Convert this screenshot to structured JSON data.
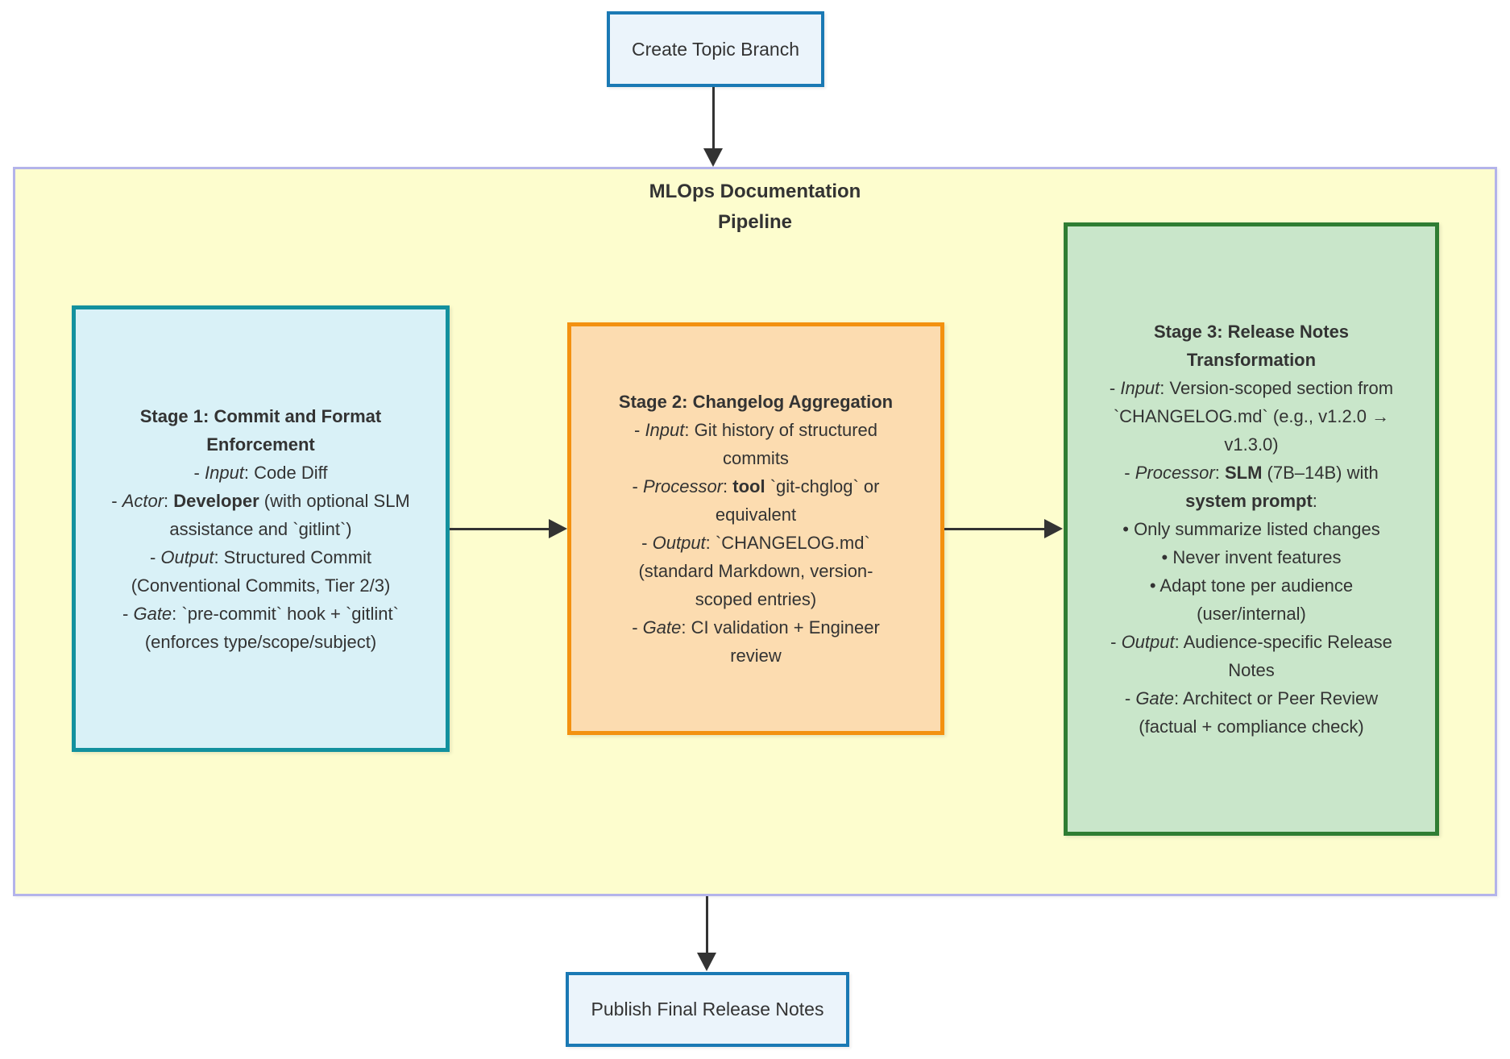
{
  "diagram": {
    "colors": {
      "background": "#ffffff",
      "text": "#333333",
      "arrow": "#333333",
      "terminal_fill": "#ebf4fb",
      "terminal_stroke": "#1a79b4",
      "pipeline_fill": "#fdfdce",
      "pipeline_stroke": "#b3b3ea",
      "stage1_fill": "#d9f1f7",
      "stage1_stroke": "#13919e",
      "stage2_fill": "#fcdcb0",
      "stage2_stroke": "#f39110",
      "stage3_fill": "#c9e6ca",
      "stage3_stroke": "#2f7d33"
    },
    "nodes": {
      "start": {
        "label": "Create Topic Branch",
        "fill": "#ebf4fb",
        "stroke": "#1a79b4"
      },
      "end": {
        "label": "Publish Final Release Notes",
        "fill": "#ebf4fb",
        "stroke": "#1a79b4"
      }
    },
    "pipeline": {
      "fill": "#fdfdce",
      "stroke": "#b3b3ea",
      "title_rows": [
        [
          {
            "t": "MLOps Documentation",
            "b": true
          }
        ],
        [
          {
            "t": "Pipeline",
            "b": true
          }
        ]
      ],
      "stages": [
        {
          "key": "stage-1",
          "fill": "#d9f1f7",
          "stroke": "#13919e",
          "rows": [
            [
              {
                "t": "Stage 1: Commit and Format Enforcement",
                "b": true
              }
            ],
            [
              {
                "t": "- "
              },
              {
                "t": "Input",
                "i": true
              },
              {
                "t": ": Code Diff"
              }
            ],
            [
              {
                "t": "- "
              },
              {
                "t": "Actor",
                "i": true
              },
              {
                "t": ": "
              },
              {
                "t": "Developer",
                "b": true
              },
              {
                "t": " (with optional SLM assistance and `gitlint`)"
              }
            ],
            [
              {
                "t": "- "
              },
              {
                "t": "Output",
                "i": true
              },
              {
                "t": ": Structured Commit (Conventional Commits, Tier 2/3)"
              }
            ],
            [
              {
                "t": "- "
              },
              {
                "t": "Gate",
                "i": true
              },
              {
                "t": ": `pre-commit` hook + `gitlint` (enforces type/scope/subject)"
              }
            ]
          ]
        },
        {
          "key": "stage-2",
          "fill": "#fcdcb0",
          "stroke": "#f39110",
          "rows": [
            [
              {
                "t": "Stage 2: Changelog Aggregation",
                "b": true
              }
            ],
            [
              {
                "t": "- "
              },
              {
                "t": "Input",
                "i": true
              },
              {
                "t": ": Git history of structured commits"
              }
            ],
            [
              {
                "t": "- "
              },
              {
                "t": "Processor",
                "i": true
              },
              {
                "t": ": "
              },
              {
                "t": "tool",
                "b": true
              },
              {
                "t": " `git-chglog` or equivalent"
              }
            ],
            [
              {
                "t": "- "
              },
              {
                "t": "Output",
                "i": true
              },
              {
                "t": ": `CHANGELOG.md` (standard Markdown, version-scoped entries)"
              }
            ],
            [
              {
                "t": "- "
              },
              {
                "t": "Gate",
                "i": true
              },
              {
                "t": ": CI validation + Engineer review"
              }
            ]
          ]
        },
        {
          "key": "stage-3",
          "fill": "#c9e6ca",
          "stroke": "#2f7d33",
          "rows": [
            [
              {
                "t": "Stage 3: Release Notes Transformation",
                "b": true
              }
            ],
            [
              {
                "t": "- "
              },
              {
                "t": "Input",
                "i": true
              },
              {
                "t": ": Version-scoped section from `CHANGELOG.md` (e.g., v1.2.0 → v1.3.0)"
              }
            ],
            [
              {
                "t": "- "
              },
              {
                "t": "Processor",
                "i": true
              },
              {
                "t": ": "
              },
              {
                "t": "SLM",
                "b": true
              },
              {
                "t": " (7B–14B) with "
              },
              {
                "t": "system prompt",
                "b": true
              },
              {
                "t": ":"
              }
            ],
            [
              {
                "t": "• Only summarize listed changes"
              }
            ],
            [
              {
                "t": "• Never invent features"
              }
            ],
            [
              {
                "t": "• Adapt tone per audience (user/internal)"
              }
            ],
            [
              {
                "t": "- "
              },
              {
                "t": "Output",
                "i": true
              },
              {
                "t": ": Audience-specific Release Notes"
              }
            ],
            [
              {
                "t": "- "
              },
              {
                "t": "Gate",
                "i": true
              },
              {
                "t": ": Architect or Peer Review (factual + compliance check)"
              }
            ]
          ]
        }
      ]
    }
  }
}
